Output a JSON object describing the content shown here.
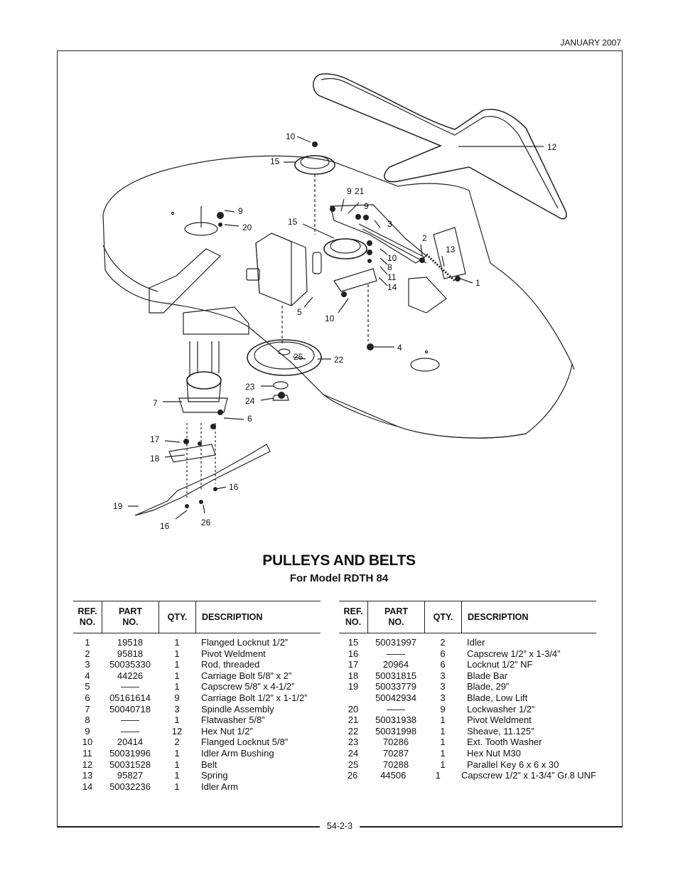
{
  "header": {
    "date": "JANUARY 2007"
  },
  "title": "PULLEYS AND BELTS",
  "subtitle": "For Model RDTH 84",
  "callouts": {
    "c10_top": "10",
    "c15_top": "15",
    "c12": "12",
    "c9a": "9",
    "c21": "21",
    "c9b": "9",
    "c9_left": "9",
    "c20": "20",
    "c15_mid": "15",
    "c3": "3",
    "c2": "2",
    "c13": "13",
    "c10_mid": "10",
    "c8": "8",
    "c11": "11",
    "c14": "14",
    "c1": "1",
    "c5": "5",
    "c10_low": "10",
    "c4": "4",
    "c25": "25",
    "c22": "22",
    "c23": "23",
    "c24": "24",
    "c7": "7",
    "c6": "6",
    "c17": "17",
    "c18": "18",
    "c16a": "16",
    "c19": "19",
    "c16b": "16",
    "c26": "26"
  },
  "table_headers": {
    "ref": "REF.\nNO.",
    "part": "PART\nNO.",
    "qty": "QTY.",
    "desc": "DESCRIPTION"
  },
  "parts_left": [
    {
      "ref": "1",
      "part": "19518",
      "qty": "1",
      "desc": "Flanged Locknut 1/2”"
    },
    {
      "ref": "2",
      "part": "95818",
      "qty": "1",
      "desc": "Pivot Weldment"
    },
    {
      "ref": "3",
      "part": "50035330",
      "qty": "1",
      "desc": "Rod, threaded"
    },
    {
      "ref": "4",
      "part": "44226",
      "qty": "1",
      "desc": "Carriage Bolt 5/8” x 2”"
    },
    {
      "ref": "5",
      "part": "——",
      "qty": "1",
      "desc": "Capscrew 5/8” x 4-1/2”"
    },
    {
      "ref": "6",
      "part": "05161614",
      "qty": "9",
      "desc": "Carriage Bolt 1/2” x 1-1/2”"
    },
    {
      "ref": "7",
      "part": "50040718",
      "qty": "3",
      "desc": "Spindle Assembly"
    },
    {
      "ref": "8",
      "part": "——",
      "qty": "1",
      "desc": "Flatwasher 5/8”"
    },
    {
      "ref": "9",
      "part": "——",
      "qty": "12",
      "desc": "Hex Nut 1/2”"
    },
    {
      "ref": "10",
      "part": "20414",
      "qty": "2",
      "desc": "Flanged Locknut 5/8”"
    },
    {
      "ref": "11",
      "part": "50031996",
      "qty": "1",
      "desc": "Idler Arm Bushing"
    },
    {
      "ref": "12",
      "part": "50031528",
      "qty": "1",
      "desc": "Belt"
    },
    {
      "ref": "13",
      "part": "95827",
      "qty": "1",
      "desc": "Spring"
    },
    {
      "ref": "14",
      "part": "50032236",
      "qty": "1",
      "desc": "Idler Arm"
    }
  ],
  "parts_right": [
    {
      "ref": "15",
      "part": "50031997",
      "qty": "2",
      "desc": "Idler"
    },
    {
      "ref": "16",
      "part": "——",
      "qty": "6",
      "desc": "Capscrew 1/2” x 1-3/4”"
    },
    {
      "ref": "17",
      "part": "20964",
      "qty": "6",
      "desc": "Locknut 1/2” NF"
    },
    {
      "ref": "18",
      "part": "50031815",
      "qty": "3",
      "desc": "Blade Bar"
    },
    {
      "ref": "19",
      "part": "50033779",
      "qty": "3",
      "desc": "Blade, 29”"
    },
    {
      "ref": "",
      "part": "50042934",
      "qty": "3",
      "desc": "Blade, Low Lift"
    },
    {
      "ref": "20",
      "part": "——",
      "qty": "9",
      "desc": "Lockwasher 1/2”"
    },
    {
      "ref": "21",
      "part": "50031938",
      "qty": "1",
      "desc": "Pivot Weldment"
    },
    {
      "ref": "22",
      "part": "50031998",
      "qty": "1",
      "desc": "Sheave, 11.125”"
    },
    {
      "ref": "23",
      "part": "70286",
      "qty": "1",
      "desc": "Ext. Tooth Washer"
    },
    {
      "ref": "24",
      "part": "70287",
      "qty": "1",
      "desc": "Hex Nut M30"
    },
    {
      "ref": "25",
      "part": "70288",
      "qty": "1",
      "desc": "Parallel Key 6 x 6 x 30"
    },
    {
      "ref": "26",
      "part": "44506",
      "qty": "1",
      "desc": "Capscrew 1/2” x 1-3/4” Gr.8 UNF"
    }
  ],
  "footer": {
    "page": "54-2-3"
  }
}
